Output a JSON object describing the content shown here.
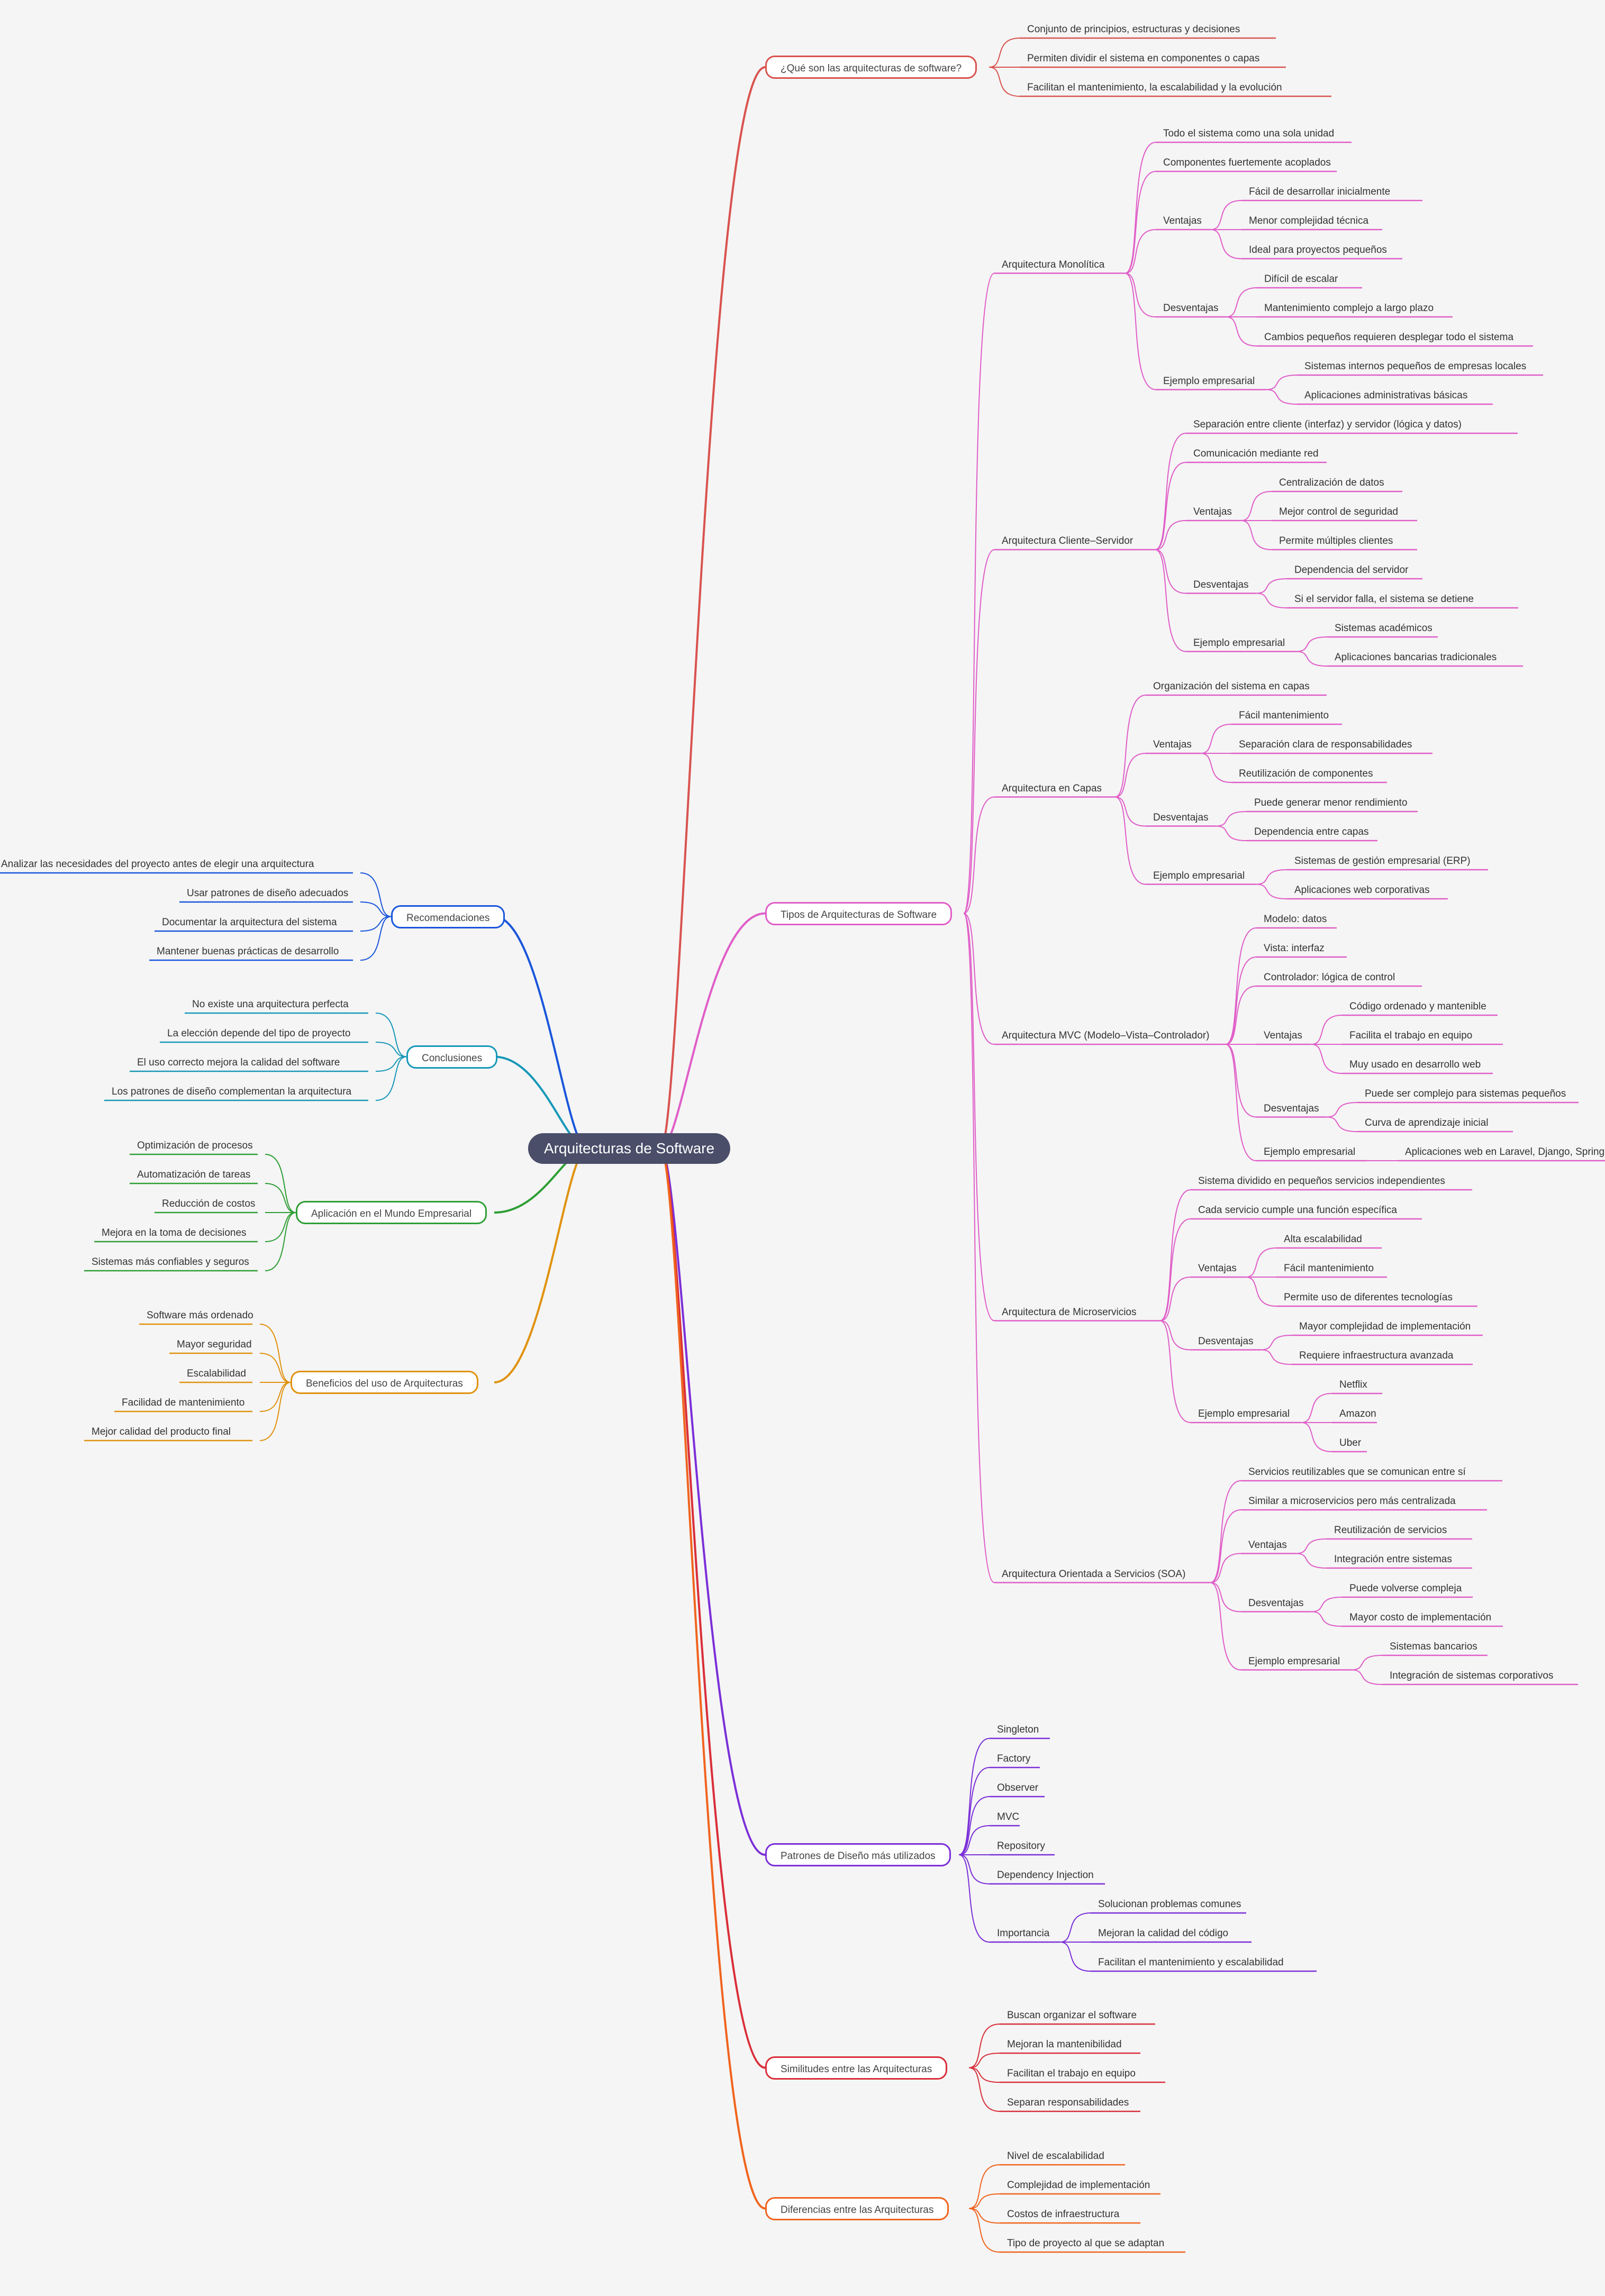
{
  "root": "Arquitecturas de Software",
  "branches": [
    {
      "label": "¿Qué son las arquitecturas de software?",
      "color": "#d9534f",
      "side": "right",
      "children": [
        {
          "label": "Conjunto de principios, estructuras y decisiones"
        },
        {
          "label": "Permiten dividir el sistema en componentes o capas"
        },
        {
          "label": "Facilitan el mantenimiento, la escalabilidad y la evolución"
        }
      ]
    },
    {
      "label": "Tipos de Arquitecturas de Software",
      "color": "#e05ec8",
      "side": "right",
      "children": [
        {
          "label": "Arquitectura Monolítica",
          "children": [
            {
              "label": "Todo el sistema como una sola unidad"
            },
            {
              "label": "Componentes fuertemente acoplados"
            },
            {
              "label": "Ventajas",
              "children": [
                {
                  "label": "Fácil de desarrollar inicialmente"
                },
                {
                  "label": "Menor complejidad técnica"
                },
                {
                  "label": "Ideal para proyectos pequeños"
                }
              ]
            },
            {
              "label": "Desventajas",
              "children": [
                {
                  "label": "Difícil de escalar"
                },
                {
                  "label": "Mantenimiento complejo a largo plazo"
                },
                {
                  "label": "Cambios pequeños requieren desplegar todo el sistema"
                }
              ]
            },
            {
              "label": "Ejemplo empresarial",
              "children": [
                {
                  "label": "Sistemas internos pequeños de empresas locales"
                },
                {
                  "label": "Aplicaciones administrativas básicas"
                }
              ]
            }
          ]
        },
        {
          "label": "Arquitectura Cliente–Servidor",
          "children": [
            {
              "label": "Separación entre cliente (interfaz) y servidor (lógica y datos)"
            },
            {
              "label": "Comunicación mediante red"
            },
            {
              "label": "Ventajas",
              "children": [
                {
                  "label": "Centralización de datos"
                },
                {
                  "label": "Mejor control de seguridad"
                },
                {
                  "label": "Permite múltiples clientes"
                }
              ]
            },
            {
              "label": "Desventajas",
              "children": [
                {
                  "label": "Dependencia del servidor"
                },
                {
                  "label": "Si el servidor falla, el sistema se detiene"
                }
              ]
            },
            {
              "label": "Ejemplo empresarial",
              "children": [
                {
                  "label": "Sistemas académicos"
                },
                {
                  "label": "Aplicaciones bancarias tradicionales"
                }
              ]
            }
          ]
        },
        {
          "label": "Arquitectura en Capas",
          "children": [
            {
              "label": "Organización del sistema en capas"
            },
            {
              "label": "Ventajas",
              "children": [
                {
                  "label": "Fácil mantenimiento"
                },
                {
                  "label": "Separación clara de responsabilidades"
                },
                {
                  "label": "Reutilización de componentes"
                }
              ]
            },
            {
              "label": "Desventajas",
              "children": [
                {
                  "label": "Puede generar menor rendimiento"
                },
                {
                  "label": "Dependencia entre capas"
                }
              ]
            },
            {
              "label": "Ejemplo empresarial",
              "children": [
                {
                  "label": "Sistemas de gestión empresarial (ERP)"
                },
                {
                  "label": "Aplicaciones web corporativas"
                }
              ]
            }
          ]
        },
        {
          "label": "Arquitectura MVC (Modelo–Vista–Controlador)",
          "children": [
            {
              "label": "Modelo: datos"
            },
            {
              "label": "Vista: interfaz"
            },
            {
              "label": "Controlador: lógica de control"
            },
            {
              "label": "Ventajas",
              "children": [
                {
                  "label": "Código ordenado y mantenible"
                },
                {
                  "label": "Facilita el trabajo en equipo"
                },
                {
                  "label": "Muy usado en desarrollo web"
                }
              ]
            },
            {
              "label": "Desventajas",
              "children": [
                {
                  "label": "Puede ser complejo para sistemas pequeños"
                },
                {
                  "label": "Curva de aprendizaje inicial"
                }
              ]
            },
            {
              "label": "Ejemplo empresarial",
              "children": [
                {
                  "label": "Aplicaciones web en Laravel, Django, Spring MVC"
                }
              ]
            }
          ]
        },
        {
          "label": "Arquitectura de Microservicios",
          "children": [
            {
              "label": "Sistema dividido en pequeños servicios independientes"
            },
            {
              "label": "Cada servicio cumple una función específica"
            },
            {
              "label": "Ventajas",
              "children": [
                {
                  "label": "Alta escalabilidad"
                },
                {
                  "label": "Fácil mantenimiento"
                },
                {
                  "label": "Permite uso de diferentes tecnologías"
                }
              ]
            },
            {
              "label": "Desventajas",
              "children": [
                {
                  "label": "Mayor complejidad de implementación"
                },
                {
                  "label": "Requiere infraestructura avanzada"
                }
              ]
            },
            {
              "label": "Ejemplo empresarial",
              "children": [
                {
                  "label": "Netflix"
                },
                {
                  "label": "Amazon"
                },
                {
                  "label": "Uber"
                }
              ]
            }
          ]
        },
        {
          "label": "Arquitectura Orientada a Servicios (SOA)",
          "children": [
            {
              "label": "Servicios reutilizables que se comunican entre sí"
            },
            {
              "label": "Similar a microservicios pero más centralizada"
            },
            {
              "label": "Ventajas",
              "children": [
                {
                  "label": "Reutilización de servicios"
                },
                {
                  "label": "Integración entre sistemas"
                }
              ]
            },
            {
              "label": "Desventajas",
              "children": [
                {
                  "label": "Puede volverse compleja"
                },
                {
                  "label": "Mayor costo de implementación"
                }
              ]
            },
            {
              "label": "Ejemplo empresarial",
              "children": [
                {
                  "label": "Sistemas bancarios"
                },
                {
                  "label": "Integración de sistemas corporativos"
                }
              ]
            }
          ]
        }
      ]
    },
    {
      "label": "Patrones de Diseño más utilizados",
      "color": "#7b2fd8",
      "side": "right",
      "children": [
        {
          "label": "Singleton"
        },
        {
          "label": "Factory"
        },
        {
          "label": "Observer"
        },
        {
          "label": "MVC"
        },
        {
          "label": "Repository"
        },
        {
          "label": "Dependency Injection"
        },
        {
          "label": "Importancia",
          "children": [
            {
              "label": "Solucionan problemas comunes"
            },
            {
              "label": "Mejoran la calidad del código"
            },
            {
              "label": "Facilitan el mantenimiento y escalabilidad"
            }
          ]
        }
      ]
    },
    {
      "label": "Similitudes entre las Arquitecturas",
      "color": "#d92f3a",
      "side": "right",
      "children": [
        {
          "label": "Buscan organizar el software"
        },
        {
          "label": "Mejoran la mantenibilidad"
        },
        {
          "label": "Facilitan el trabajo en equipo"
        },
        {
          "label": "Separan responsabilidades"
        }
      ]
    },
    {
      "label": "Diferencias entre las Arquitecturas",
      "color": "#f0641e",
      "side": "right",
      "children": [
        {
          "label": "Nivel de escalabilidad"
        },
        {
          "label": "Complejidad de implementación"
        },
        {
          "label": "Costos de infraestructura"
        },
        {
          "label": "Tipo de proyecto al que se adaptan"
        }
      ]
    },
    {
      "label": "Recomendaciones",
      "color": "#1a56db",
      "side": "left",
      "children": [
        {
          "label": "Analizar las necesidades del proyecto antes de elegir una arquitectura"
        },
        {
          "label": "Usar patrones de diseño adecuados"
        },
        {
          "label": "Documentar la arquitectura del sistema"
        },
        {
          "label": "Mantener buenas prácticas de desarrollo"
        }
      ]
    },
    {
      "label": "Conclusiones",
      "color": "#1798b8",
      "side": "left",
      "children": [
        {
          "label": "No existe una arquitectura perfecta"
        },
        {
          "label": "La elección depende del tipo de proyecto"
        },
        {
          "label": "El uso correcto mejora la calidad del software"
        },
        {
          "label": "Los patrones de diseño complementan la arquitectura"
        }
      ]
    },
    {
      "label": "Aplicación en el Mundo Empresarial",
      "color": "#2e9e35",
      "side": "left",
      "children": [
        {
          "label": "Optimización de procesos"
        },
        {
          "label": "Automatización de tareas"
        },
        {
          "label": "Reducción de costos"
        },
        {
          "label": "Mejora en la toma de decisiones"
        },
        {
          "label": "Sistemas más confiables y seguros"
        }
      ]
    },
    {
      "label": "Beneficios del uso de Arquitecturas",
      "color": "#e0920f",
      "side": "left",
      "children": [
        {
          "label": "Software más ordenado"
        },
        {
          "label": "Mayor seguridad"
        },
        {
          "label": "Escalabilidad"
        },
        {
          "label": "Facilidad de mantenimiento"
        },
        {
          "label": "Mejor calidad del producto final"
        }
      ]
    }
  ]
}
